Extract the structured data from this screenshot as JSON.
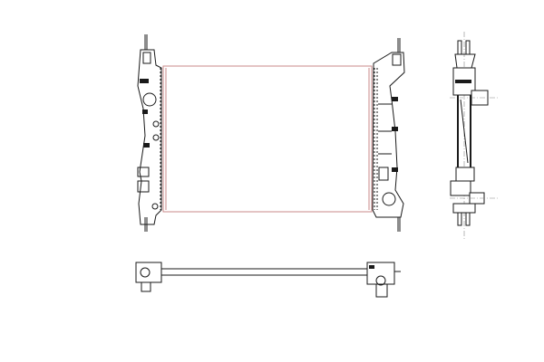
{
  "drawing": {
    "subject": "radiator",
    "views": [
      "front-view",
      "side-view",
      "bottom-view"
    ],
    "colors": {
      "outline": "#1a1a1a",
      "core_edge": "#c98a8a",
      "background": "#ffffff",
      "centerline": "#888888"
    }
  }
}
